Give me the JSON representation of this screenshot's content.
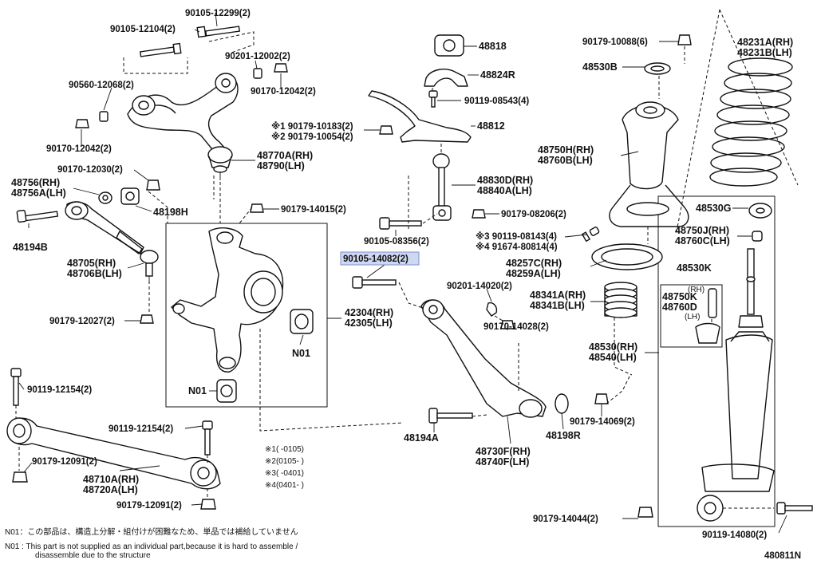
{
  "diagram_id": "480811N",
  "notes": {
    "n01_ja": "N01：この部品は、構造上分解・組付けが困難なため、単品では補給していません",
    "n01_en_1": "N01 :  This part is not supplied as an individual part,because it is hard to assemble /",
    "n01_en_2": "disassemble due to the structure",
    "period_1": "※1(     -0105)",
    "period_2": "※2(0105-     )",
    "period_3": "※3(     -0401)",
    "period_4": "※4(0401-     )"
  },
  "parts": {
    "p90105_12299": "90105-12299(2)",
    "p90105_12104": "90105-12104(2)",
    "p90201_12002": "90201-12002(2)",
    "p90560_12068": "90560-12068(2)",
    "p90170_12042a": "90170-12042(2)",
    "p90170_12042b": "90170-12042(2)",
    "p48770a": "48770A(RH)",
    "p48790": "48790(LH)",
    "p90170_12030": "90170-12030(2)",
    "p48756rh": "48756(RH)",
    "p48756alh": "48756A(LH)",
    "p48198h": "48198H",
    "p90179_14015": "90179-14015(2)",
    "p48194b": "48194B",
    "p48705": "48705(RH)",
    "p48706b": "48706B(LH)",
    "p90179_12027": "90179-12027(2)",
    "p90119_12154a": "90119-12154(2)",
    "p90119_12154b": "90119-12154(2)",
    "p90179_12091a": "90179-12091(2)",
    "p90179_12091b": "90179-12091(2)",
    "p48710a": "48710A(RH)",
    "p48720a": "48720A(LH)",
    "pN01a": "N01",
    "pN01b": "N01",
    "p42304": "42304(RH)",
    "p42305": "42305(LH)",
    "p48818": "48818",
    "p48824r": "48824R",
    "p90119_08543": "90119-08543(4)",
    "p48812": "48812",
    "p90179_10183": "※1 90179-10183(2)",
    "p90179_10054": "※2 90179-10054(2)",
    "p48830d": "48830D(RH)",
    "p48840a": "48840A(LH)",
    "p90179_08206": "90179-08206(2)",
    "p90105_08356": "90105-08356(2)",
    "p90105_14082": "90105-14082(2)",
    "p90201_14020": "90201-14020(2)",
    "p90170_14028": "90170-14028(2)",
    "p48194a": "48194A",
    "p48730f": "48730F(RH)",
    "p48740f": "48740F(LH)",
    "p48198r": "48198R",
    "p90179_14069": "90179-14069(2)",
    "p90179_10088": "90179-10088(6)",
    "p48530b": "48530B",
    "p48750h": "48750H(RH)",
    "p48760b": "48760B(LH)",
    "p90119_08143": "※3 90119-08143(4)",
    "p91674_80814": "※4 91674-80814(4)",
    "p48257c": "48257C(RH)",
    "p48259a": "48259A(LH)",
    "p48341a": "48341A(RH)",
    "p48341b": "48341B(LH)",
    "p48530rh": "48530(RH)",
    "p48540lh": "48540(LH)",
    "p48231a": "48231A(RH)",
    "p48231b": "48231B(LH)",
    "p48530g": "48530G",
    "p48750j": "48750J(RH)",
    "p48760c": "48760C(LH)",
    "p48530k": "48530K",
    "p48750k": "48750K",
    "p48760d": "48760D",
    "p48750k_rh": "(RH)",
    "p48760d_lh": "(LH)",
    "p90179_14044": "90179-14044(2)",
    "p90119_14080": "90119-14080(2)"
  }
}
